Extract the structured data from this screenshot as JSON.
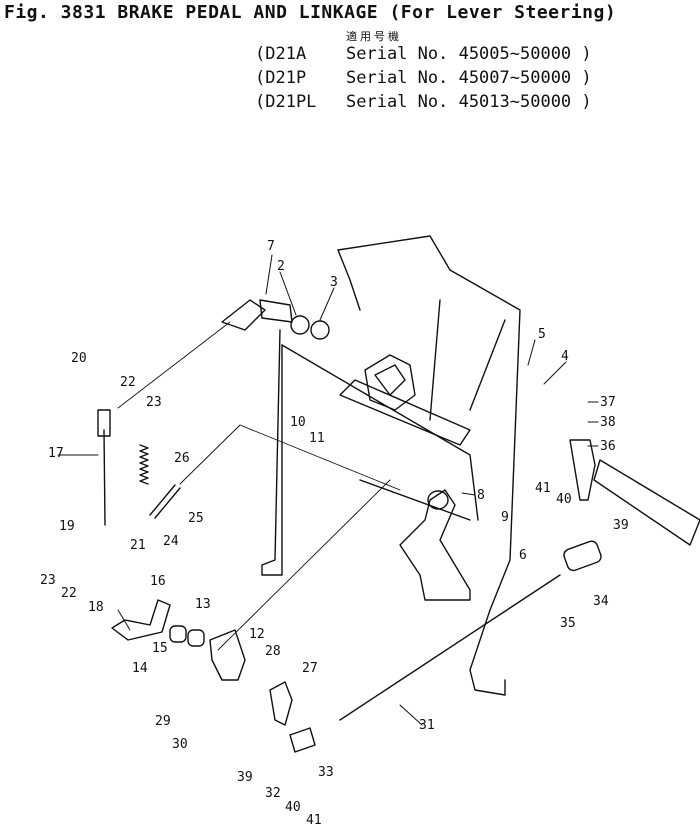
{
  "header": {
    "title": "Fig. 3831  BRAKE PEDAL  AND LINKAGE (For Lever Steering)",
    "applicability_label": "適用号機",
    "models": [
      {
        "model": "(D21A",
        "serial": "Serial No. 45005~50000 )"
      },
      {
        "model": "(D21P",
        "serial": "Serial No. 45007~50000 )"
      },
      {
        "model": "(D21PL",
        "serial": "Serial No. 45013~50000 )"
      }
    ]
  },
  "parts": [
    "2",
    "3",
    "4",
    "5",
    "6",
    "7",
    "8",
    "9",
    "10",
    "11",
    "12",
    "13",
    "14",
    "15",
    "16",
    "17",
    "18",
    "19",
    "20",
    "21",
    "22",
    "22",
    "23",
    "23",
    "24",
    "25",
    "26",
    "27",
    "28",
    "29",
    "30",
    "31",
    "32",
    "33",
    "34",
    "35",
    "36",
    "37",
    "38",
    "39",
    "39",
    "40",
    "40",
    "41",
    "41"
  ]
}
